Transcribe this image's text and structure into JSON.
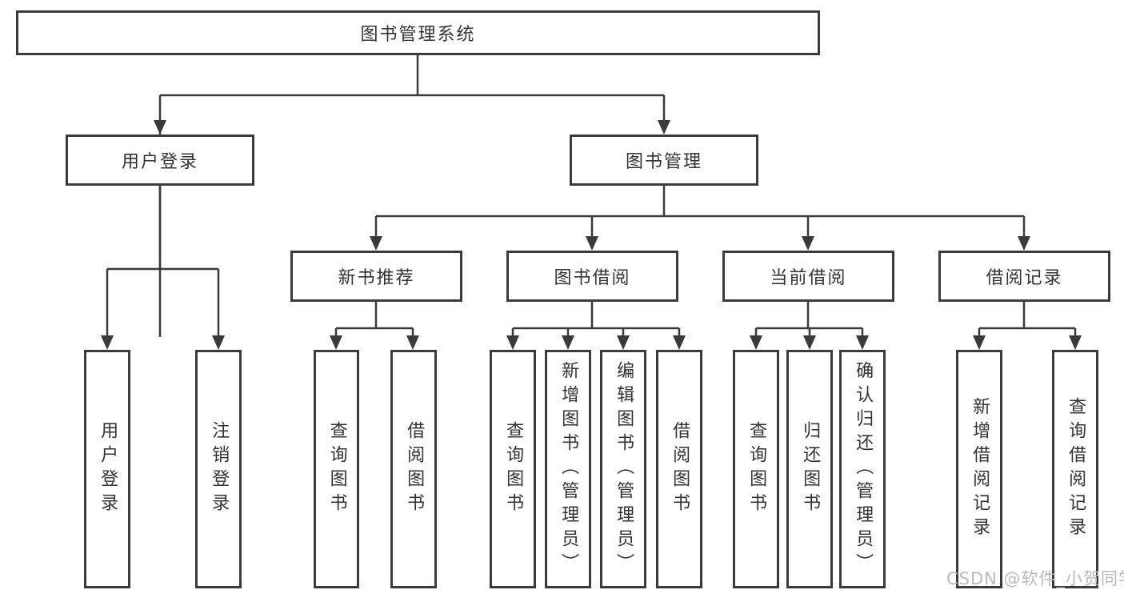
{
  "diagram": {
    "title": "图书管理系统",
    "root": {
      "label": "图书管理系统"
    },
    "level2": [
      {
        "label": "用户登录"
      },
      {
        "label": "图书管理"
      }
    ],
    "level3": [
      {
        "label": "新书推荐"
      },
      {
        "label": "图书借阅"
      },
      {
        "label": "当前借阅"
      },
      {
        "label": "借阅记录"
      }
    ],
    "leaves": {
      "user_login": [
        "用户登录",
        "注销登录"
      ],
      "new_books": [
        "查询图书",
        "借阅图书"
      ],
      "book_borrow": [
        "查询图书",
        "新增图书（管理员）",
        "编辑图书（管理员）",
        "借阅图书"
      ],
      "current_borrow": [
        "查询图书",
        "归还图书",
        "确认归还（管理员）"
      ],
      "borrow_records": [
        "新增借阅记录",
        "查询借阅记录"
      ]
    },
    "watermark": "CSDN @软件_小贺同学",
    "colors": {
      "line": "#3a3a3a",
      "border": "#3b3b3b",
      "text": "#333333",
      "watermark": "#b9b9b9",
      "background": "#ffffff"
    }
  }
}
